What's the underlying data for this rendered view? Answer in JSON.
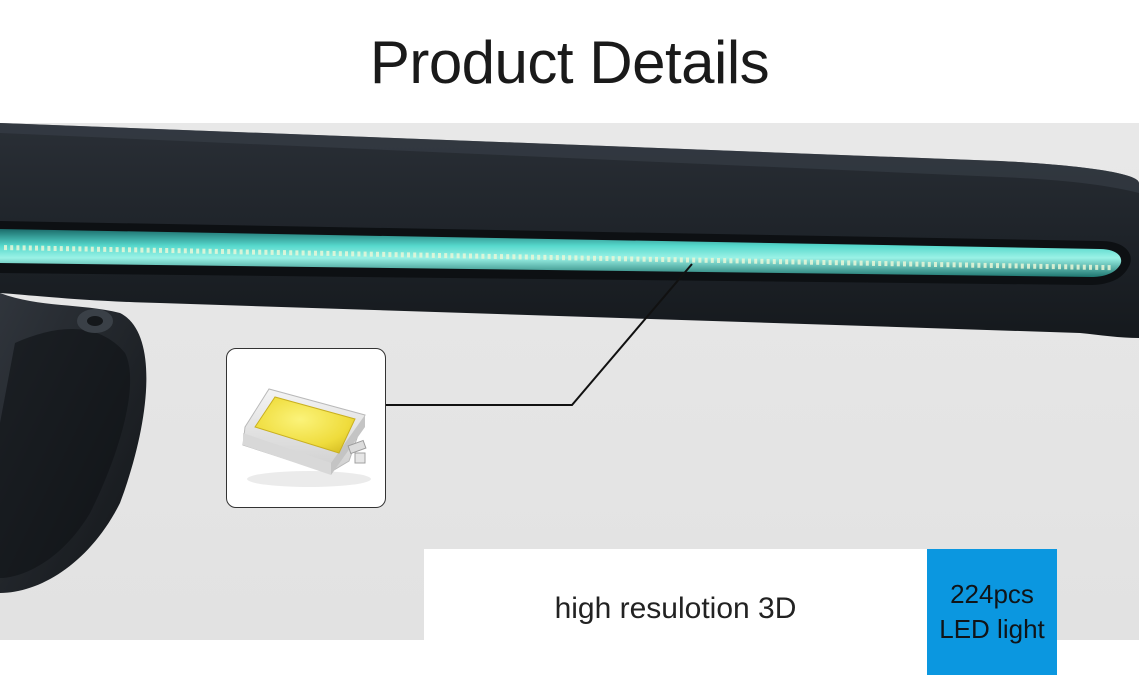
{
  "page": {
    "title": "Product Details"
  },
  "caption": {
    "text": "high resulotion 3D"
  },
  "badge": {
    "line1": "224pcs",
    "line2": "LED light",
    "color": "#0b97e0"
  },
  "colors": {
    "background": "#ffffff",
    "photo_backdrop": "#e4e4e4",
    "device_body": "#22262c",
    "led_glow": "#4fd0c8",
    "led_chip": "#f3e35a"
  },
  "icons": {
    "callout_image": "smd-led-chip-icon"
  }
}
